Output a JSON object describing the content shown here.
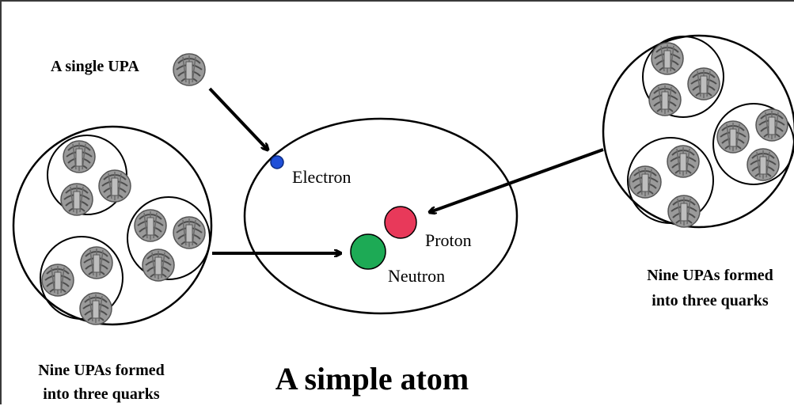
{
  "labels": {
    "single_upa": "A single UPA",
    "electron": "Electron",
    "proton": "Proton",
    "neutron": "Neutron",
    "left_caption_line1": "Nine UPAs formed",
    "left_caption_line2": "into three quarks",
    "right_caption_line1": "Nine UPAs formed",
    "right_caption_line2": "into three quarks",
    "title": "A simple atom"
  },
  "colors": {
    "electron": "#1f4fd8",
    "proton": "#e8395a",
    "neutron": "#1daa55",
    "upa": "#8c8c8c",
    "line": "#000000"
  },
  "icons": {
    "upa": "upa-icon"
  }
}
